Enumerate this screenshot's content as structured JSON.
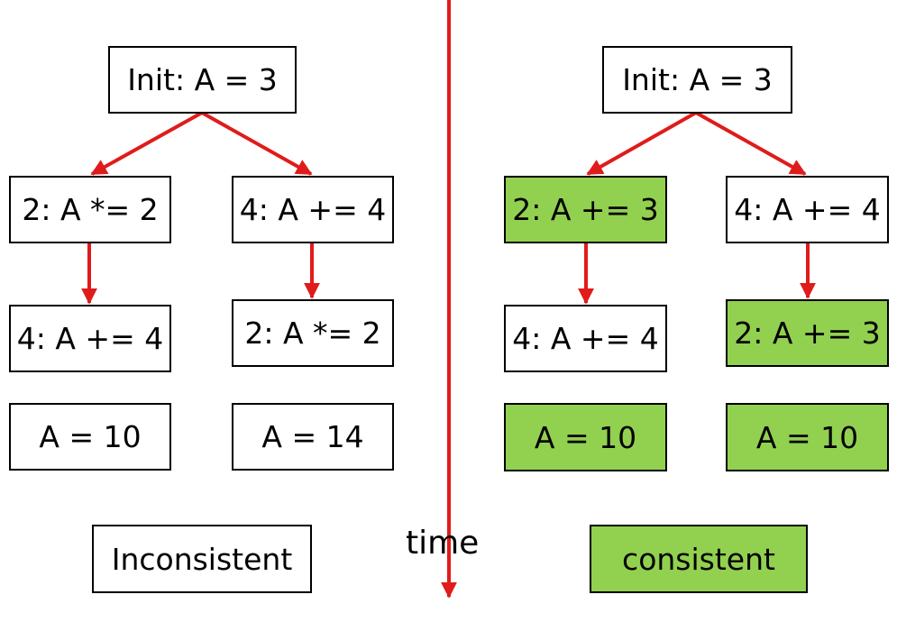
{
  "colors": {
    "arrow": "#e01b1b",
    "highlight": "#92d050",
    "border": "#000000"
  },
  "left": {
    "init": "Init: A = 3",
    "branch_a": {
      "step1": "2: A *= 2",
      "step2": "4: A += 4",
      "result": "A = 10"
    },
    "branch_b": {
      "step1": "4: A += 4",
      "step2": "2: A *= 2",
      "result": "A = 14"
    },
    "verdict": "Inconsistent"
  },
  "right": {
    "init": "Init: A = 3",
    "branch_a": {
      "step1": "2: A += 3",
      "step2": "4: A += 4",
      "result": "A = 10"
    },
    "branch_b": {
      "step1": "4: A += 4",
      "step2": "2: A += 3",
      "result": "A = 10"
    },
    "verdict": "consistent"
  },
  "timeline_label": "time"
}
